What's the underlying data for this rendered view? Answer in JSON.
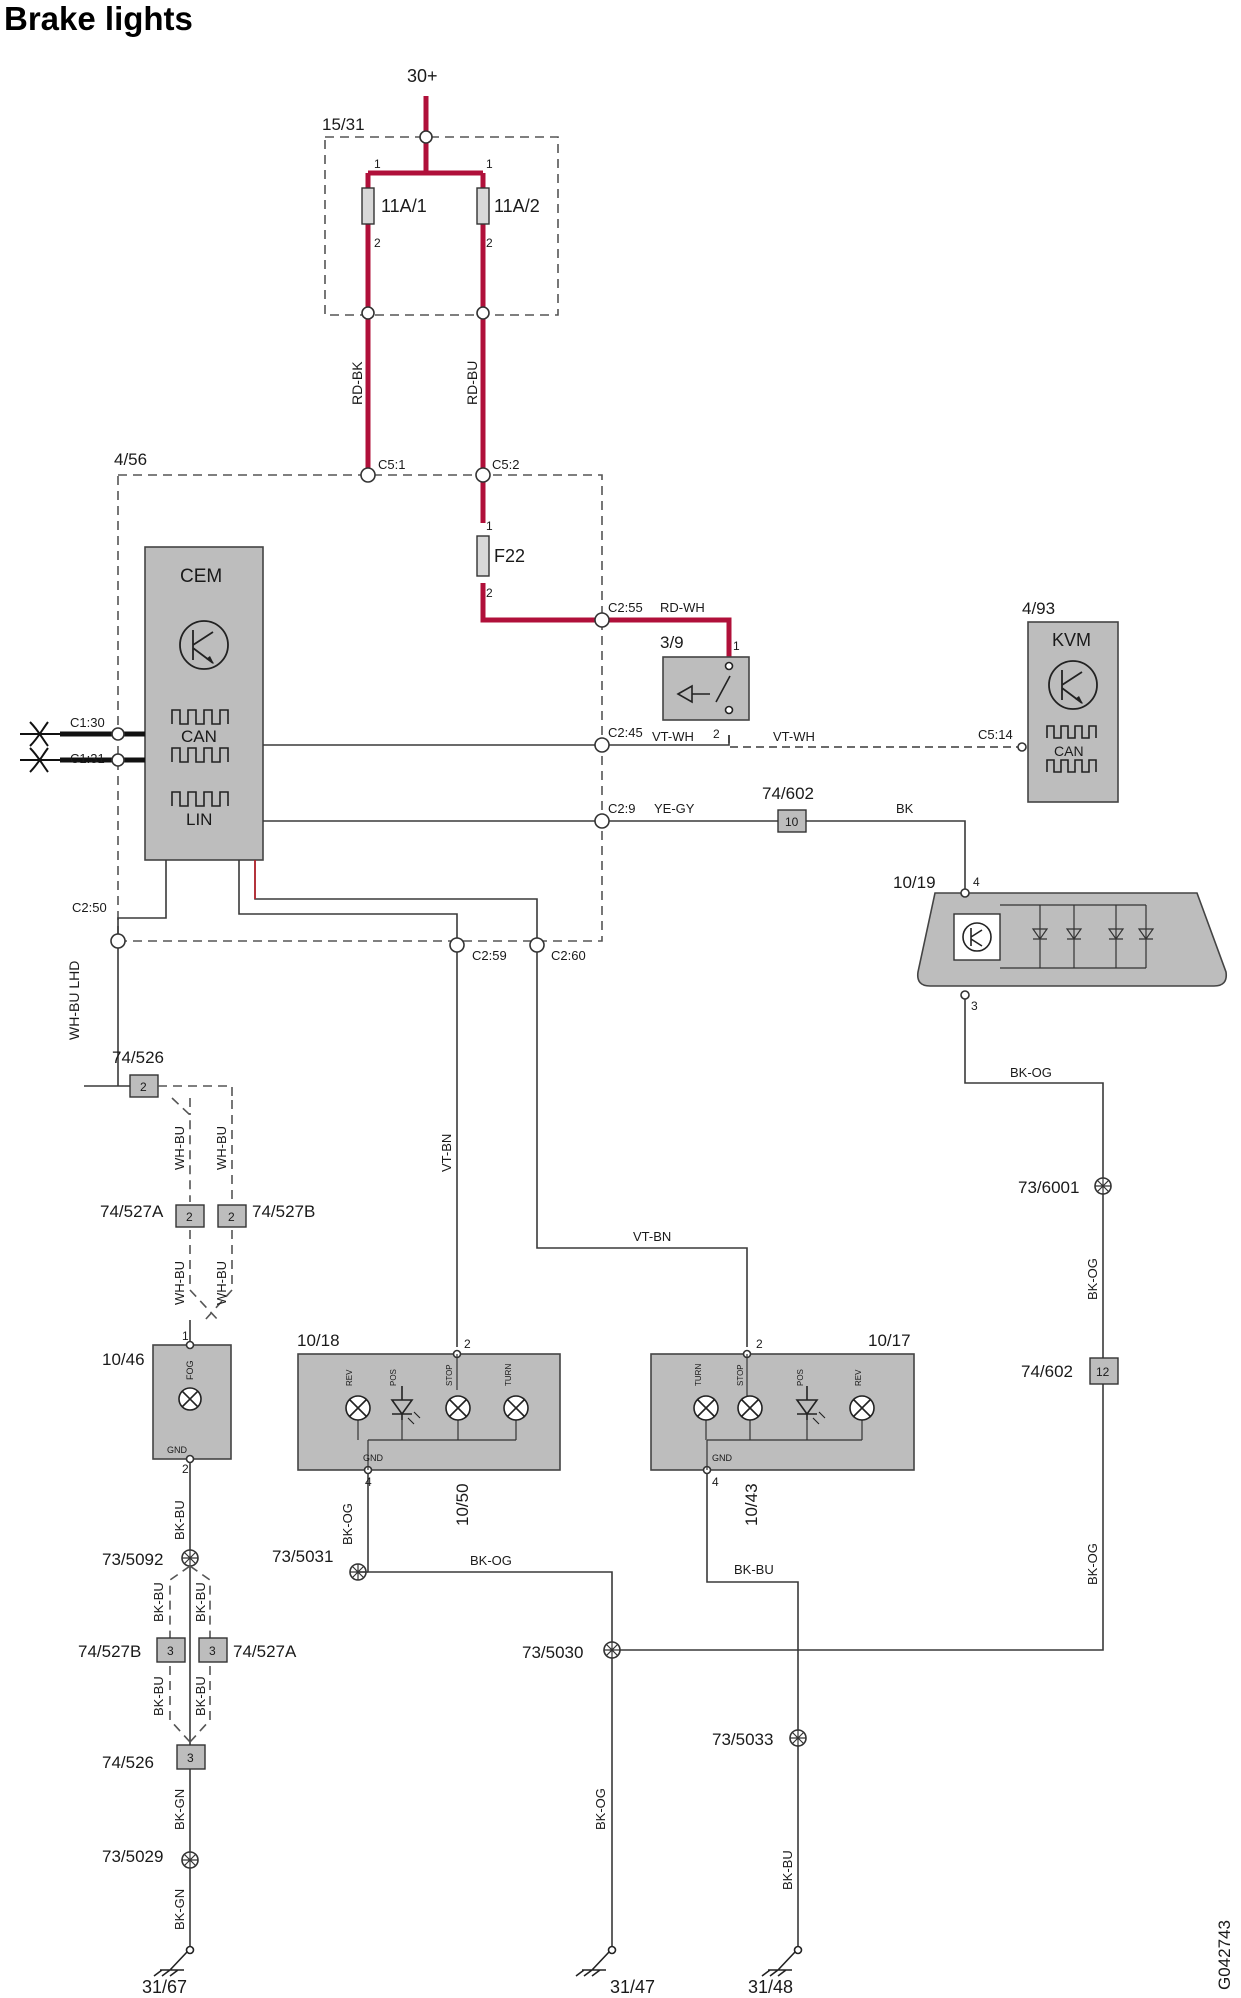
{
  "title": "Brake lights",
  "figure_id": "G042743",
  "supply": {
    "label": "30+"
  },
  "fuse_box": {
    "id": "15/31",
    "fuse_a": "11A/1",
    "fuse_b": "11A/2"
  },
  "cem": {
    "module_id": "4/56",
    "name": "CEM",
    "can_label": "CAN",
    "lin_label": "LIN",
    "fuse": "F22",
    "pins": {
      "c5_1": "C5:1",
      "c5_2": "C5:2",
      "c2_55": "C2:55",
      "c2_45": "C2:45",
      "c2_9": "C2:9",
      "c2_50": "C2:50",
      "c2_59": "C2:59",
      "c2_60": "C2:60",
      "c1_30": "C1:30",
      "c1_31": "C1:31"
    }
  },
  "kvm": {
    "module_id": "4/93",
    "name": "KVM",
    "can_label": "CAN",
    "pin": "C5:14"
  },
  "switch": {
    "id": "3/9"
  },
  "high_brake_light": {
    "id": "10/19"
  },
  "fog_light": {
    "id": "10/46",
    "fog": "FOG",
    "gnd": "GND"
  },
  "lamp_left": {
    "id": "10/18",
    "pin_id": "10/50",
    "labels": [
      "REV",
      "POS",
      "STOP",
      "TURN"
    ],
    "gnd": "GND"
  },
  "lamp_right": {
    "id": "10/17",
    "pin_id": "10/43",
    "labels": [
      "TURN",
      "STOP",
      "POS",
      "REV"
    ],
    "gnd": "GND"
  },
  "wires": {
    "rd_bk": "RD-BK",
    "rd_bu": "RD-BU",
    "rd_wh": "RD-WH",
    "vt_wh": "VT-WH",
    "ye_gy": "YE-GY",
    "bk": "BK",
    "wh_bu_lhd": "WH-BU LHD",
    "wh_bu": "WH-BU",
    "vt_bn": "VT-BN",
    "bk_og": "BK-OG",
    "bk_bu": "BK-BU",
    "bk_gn": "BK-GN"
  },
  "connectors": {
    "c74_526": "74/526",
    "c74_527A": "74/527A",
    "c74_527B": "74/527B",
    "c74_602": "74/602",
    "pin_2": "2",
    "pin_3": "3",
    "pin_10": "10",
    "pin_12": "12"
  },
  "splices": {
    "s73_6001": "73/6001",
    "s73_5092": "73/5092",
    "s73_5031": "73/5031",
    "s73_5030": "73/5030",
    "s73_5033": "73/5033",
    "s73_5029": "73/5029"
  },
  "grounds": {
    "g31_67": "31/67",
    "g31_47": "31/47",
    "g31_48": "31/48"
  },
  "pins": {
    "p1": "1",
    "p2": "2",
    "p3": "3",
    "p4": "4"
  },
  "colors": {
    "power_wire": "#b0103a",
    "module_fill": "#bdbdbd",
    "signal_wire": "#3a3a3a"
  }
}
